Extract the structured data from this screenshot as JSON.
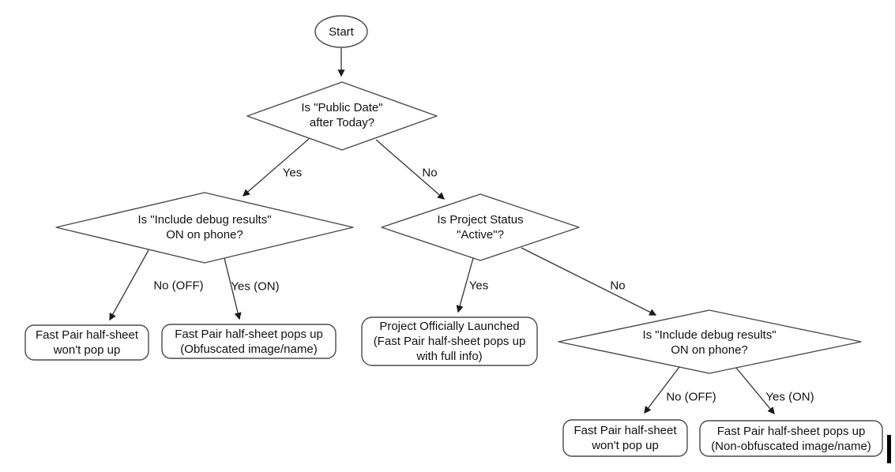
{
  "flowchart": {
    "nodes": {
      "start": {
        "label": "Start"
      },
      "decision_public_date": {
        "label": "Is \"Public Date\"\nafter Today?"
      },
      "decision_debug_left": {
        "label": "Is \"Include debug results\"\nON on phone?"
      },
      "decision_project_status": {
        "label": "Is Project Status\n\"Active\"?"
      },
      "decision_debug_right": {
        "label": "Is \"Include debug results\"\nON on phone?"
      },
      "outcome_no_popup_left": {
        "label": "Fast Pair half-sheet\nwon't pop up"
      },
      "outcome_obfuscated": {
        "label": "Fast Pair half-sheet pops up\n(Obfuscated image/name)"
      },
      "outcome_launched": {
        "label": "Project Officially Launched\n(Fast Pair half-sheet pops up\nwith full info)"
      },
      "outcome_no_popup_right": {
        "label": "Fast Pair half-sheet\nwon't pop up"
      },
      "outcome_non_obfuscated": {
        "label": "Fast Pair half-sheet pops up\n(Non-obfuscated image/name)"
      }
    },
    "edge_labels": {
      "public_date_yes": "Yes",
      "public_date_no": "No",
      "debug_left_no": "No (OFF)",
      "debug_left_yes": "Yes (ON)",
      "project_status_yes": "Yes",
      "project_status_no": "No",
      "debug_right_no": "No (OFF)",
      "debug_right_yes": "Yes (ON)"
    },
    "colors": {
      "node_stroke": "#4a4a4a",
      "edge_stroke": "#333333",
      "arrowhead": "#1a1a1a",
      "text": "#111111",
      "background": "#ffffff",
      "cursor_bar": "#000000"
    }
  }
}
